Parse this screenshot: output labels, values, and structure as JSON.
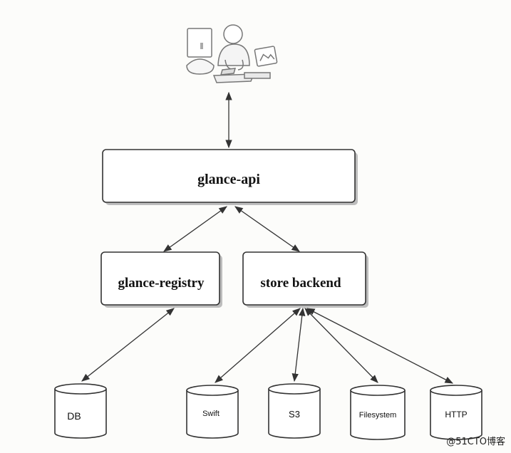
{
  "diagram": {
    "api": "glance-api",
    "registry": "glance-registry",
    "store": "store backend",
    "stores": {
      "db": "DB",
      "swift": "Swift",
      "s3": "S3",
      "filesystem": "Filesystem",
      "http": "HTTP"
    }
  },
  "watermark": "@51CTO博客",
  "colors": {
    "stroke": "#333333",
    "box_fill": "#ffffff",
    "shadow": "#bdbdbd"
  }
}
